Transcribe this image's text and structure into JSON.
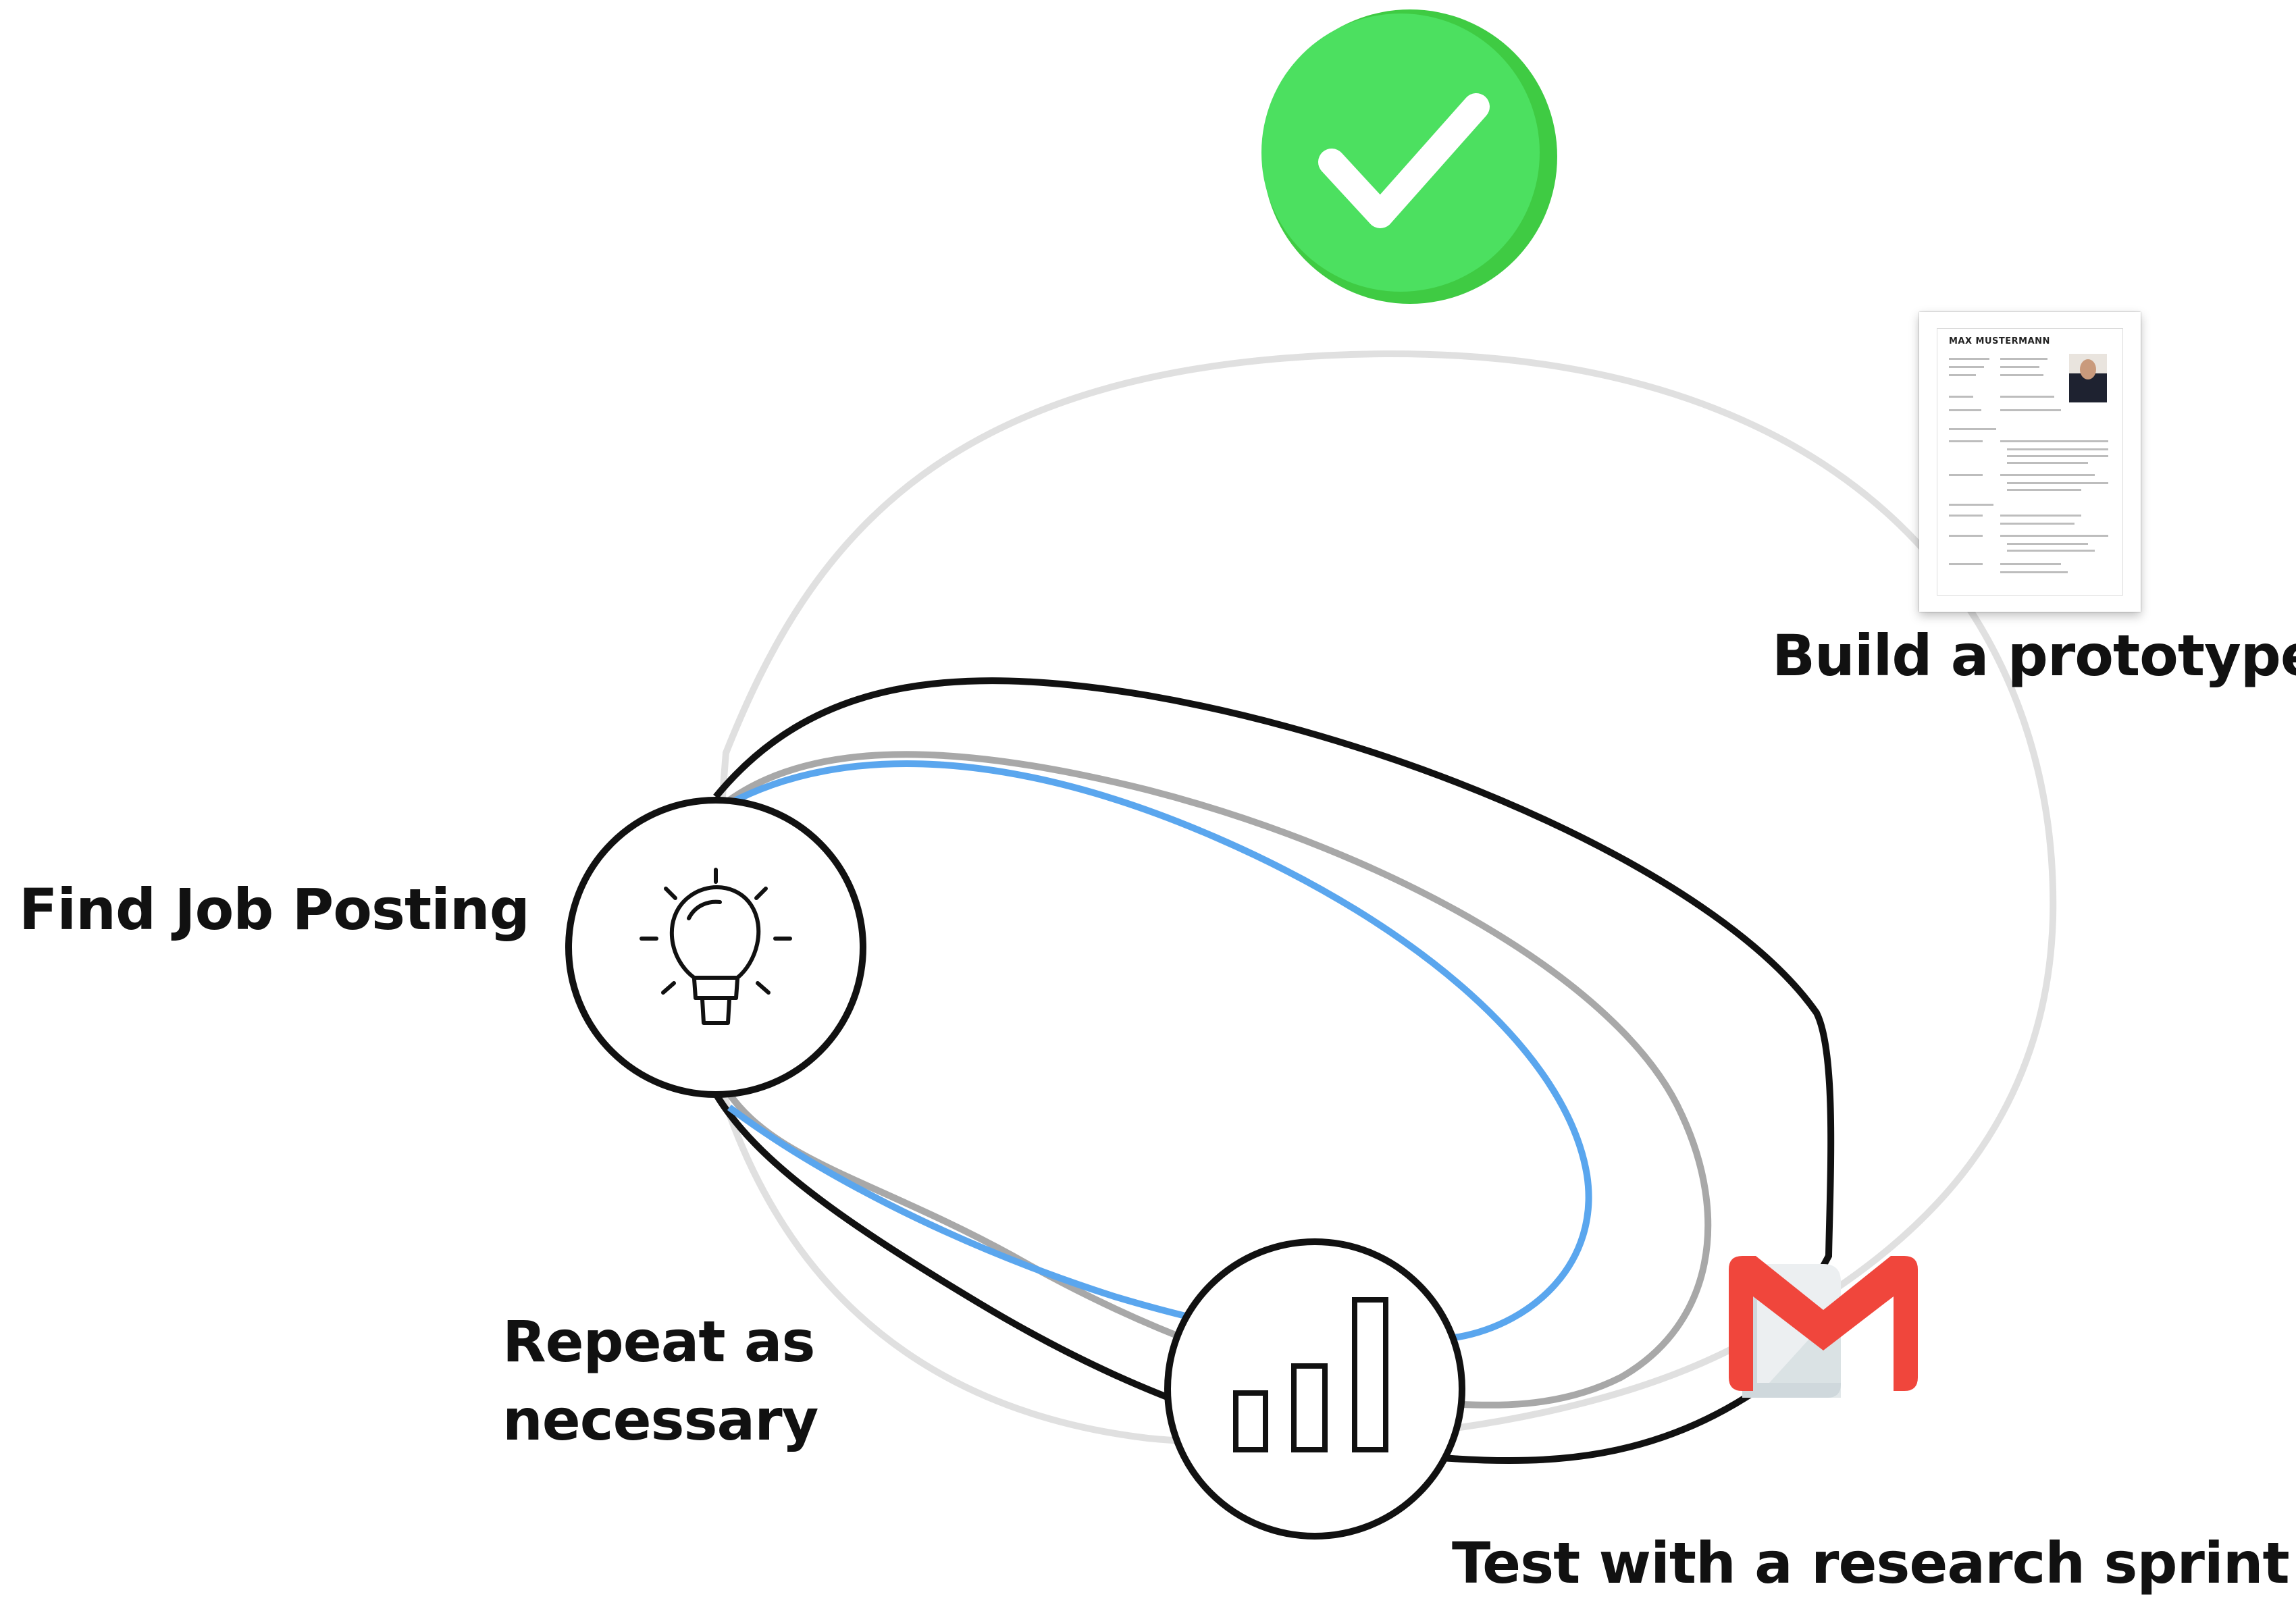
{
  "nodes": {
    "find_job_posting": {
      "label": "Find Job Posting",
      "icon": "lightbulb-icon"
    },
    "build_prototype": {
      "label": "Build a prototype",
      "icon": "resume-document-icon"
    },
    "test_research_sprint": {
      "label": "Test with a research sprint",
      "icon": "bar-chart-icon"
    },
    "repeat": {
      "label": "Repeat as necessary"
    }
  },
  "decorations": {
    "success": {
      "icon": "checkmark-circle-icon",
      "color": "#4CE060"
    },
    "email": {
      "icon": "gmail-icon",
      "color": "#F0463C"
    }
  },
  "resume": {
    "name": "MAX MUSTERMANN"
  },
  "colors": {
    "outer_loop": "#E0E0E0",
    "loop_black": "#111111",
    "loop_gray": "#A8A8A8",
    "loop_blue": "#5AA6EE"
  }
}
